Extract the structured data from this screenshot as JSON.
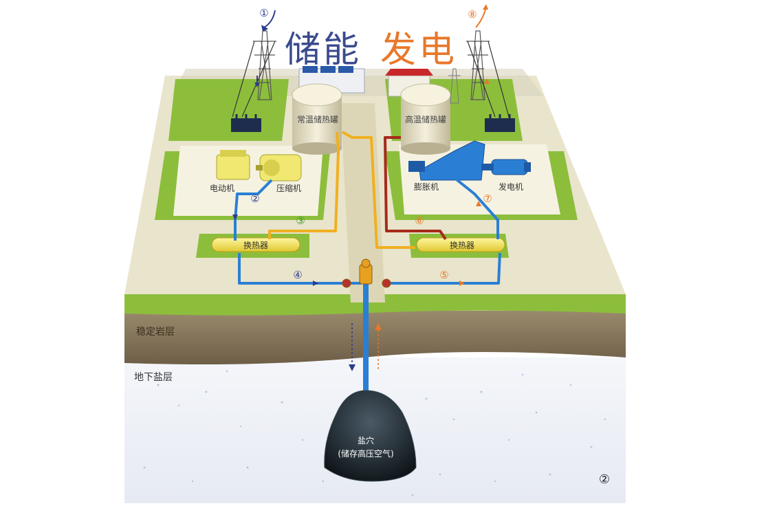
{
  "title": {
    "store": "储能",
    "generate": "发电"
  },
  "tanks": {
    "ambient": "常温储热罐",
    "hot": "高温储热罐"
  },
  "machines": {
    "motor": "电动机",
    "compressor": "压缩机",
    "expander": "膨胀机",
    "generator": "发电机"
  },
  "exchangers": {
    "left": "换热器",
    "right": "换热器"
  },
  "steps": [
    "①",
    "②",
    "③",
    "④",
    "⑤",
    "⑥",
    "⑦",
    "⑧"
  ],
  "layers": {
    "stable_rock": "稳定岩层",
    "salt_layer": "地下盐层"
  },
  "cavern": {
    "name": "盐穴",
    "desc": "(储存高压空气)"
  },
  "figure_number": "②",
  "colors": {
    "store_blue": "#2d3a8c",
    "gen_orange": "#e8782a",
    "pipe_blue": "#2a7fd4",
    "pipe_yellow": "#f0b020",
    "pipe_red": "#a52a1a",
    "grass": "#8cbe3c",
    "rock": "#8a7a60"
  }
}
